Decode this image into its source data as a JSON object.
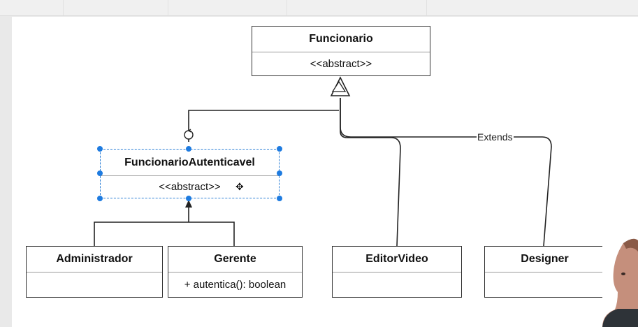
{
  "diagram": {
    "classes": {
      "funcionario": {
        "name": "Funcionario",
        "stereotype": "<<abstract>>"
      },
      "funcionario_autenticavel": {
        "name": "FuncionarioAutenticavel",
        "stereotype": "<<abstract>>"
      },
      "administrador": {
        "name": "Administrador",
        "body": ""
      },
      "gerente": {
        "name": "Gerente",
        "body": "+ autentica(): boolean"
      },
      "editor_video": {
        "name": "EditorVideo",
        "body": ""
      },
      "designer": {
        "name": "Designer",
        "body": ""
      }
    },
    "edge_label": "Extends"
  },
  "colors": {
    "line": "#222222",
    "selection": "#1e7be0",
    "canvas": "#ffffff"
  },
  "icons": {
    "move": "four-arrows-move-icon",
    "rotate": "rotate-icon"
  }
}
